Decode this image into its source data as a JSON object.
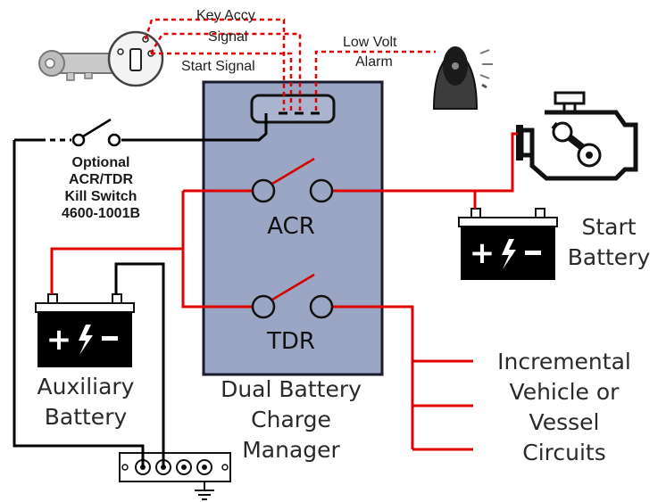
{
  "labels": {
    "key_accy": "Key Accy",
    "signal": "Signal",
    "start_signal": "Start Signal",
    "low_volt": "Low Volt",
    "alarm": "Alarm",
    "optional_1": "Optional",
    "optional_2": "ACR/TDR",
    "optional_3": "Kill Switch",
    "optional_4": "4600-1001B",
    "acr": "ACR",
    "tdr": "TDR",
    "start_battery_1": "Start",
    "start_battery_2": "Battery",
    "aux_battery_1": "Auxiliary",
    "aux_battery_2": "Battery",
    "manager_1": "Dual Battery",
    "manager_2": "Charge",
    "manager_3": "Manager",
    "circuits_1": "Incremental",
    "circuits_2": "Vehicle or",
    "circuits_3": "Vessel",
    "circuits_4": "Circuits"
  },
  "colors": {
    "wire_red": "#e00000",
    "wire_black": "#000000",
    "panel_fill": "#9aa6c4",
    "panel_stroke": "#1a1a2e"
  }
}
